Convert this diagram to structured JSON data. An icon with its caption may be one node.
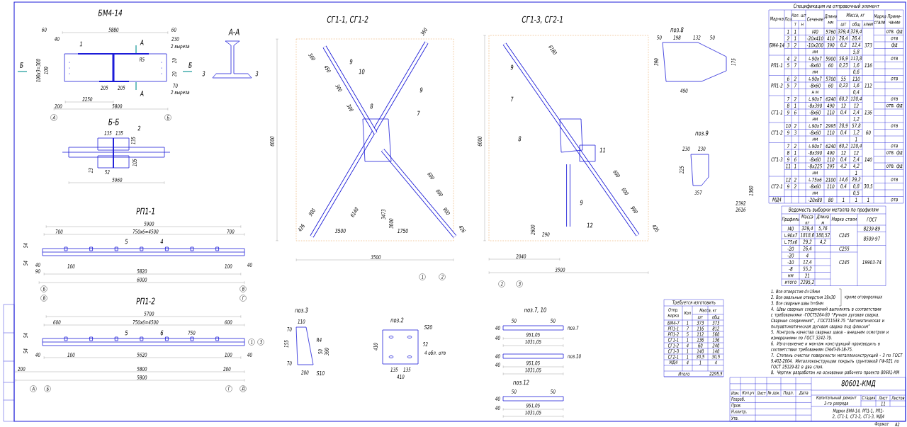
{
  "diagram": {
    "labels": [
      "БМ4-14",
      "60",
      "5880",
      "60",
      "40",
      "1",
      "А",
      "230",
      "2 выреза",
      "R5",
      "Б",
      "100х3=300",
      "100",
      "20",
      "20",
      "Б",
      "205",
      "205",
      "А",
      "70",
      "2 выреза",
      "2250",
      "200",
      "5800",
      "А",
      "Б",
      "А-А",
      "3",
      "3",
      "Б-Б",
      "2",
      "135",
      "135",
      "135",
      "23",
      "52",
      "105",
      "5960",
      "РП1-1",
      "5900",
      "700",
      "750х6=4500",
      "700",
      "54",
      "5",
      "4",
      "54",
      "40",
      "100",
      "100",
      "40",
      "90",
      "5820",
      "6000",
      "Б",
      "В",
      "В",
      "Г",
      "РП1-2",
      "5700",
      "600",
      "750х6=4500",
      "600",
      "54",
      "5",
      "6",
      "750",
      "54",
      "40",
      "100",
      "5620",
      "100",
      "40",
      "200",
      "5800",
      "200",
      "5800",
      "1",
      "3",
      "А",
      "Б",
      "Г",
      "Д",
      "СГ1-1, СГ1-2",
      "9",
      "10",
      "9",
      "8",
      "7",
      "6000",
      "6140",
      "3473",
      "3500",
      "3000",
      "1750",
      "3500",
      "450",
      "300",
      "300",
      "360",
      "360",
      "600",
      "600",
      "900",
      "426",
      "900",
      "426",
      "1",
      "2",
      "СГ1-3, СГ2-1",
      "9",
      "7",
      "8",
      "11",
      "9",
      "12",
      "6000",
      "6180",
      "2040",
      "3500",
      "2600",
      "600",
      "600",
      "900",
      "290",
      "426",
      "2",
      "3",
      "поз.8",
      "50",
      "198",
      "132",
      "50",
      "390",
      "175",
      "490",
      "поз.9",
      "230",
      "230",
      "225",
      "357",
      "2392",
      "2616",
      "1360",
      "поз.3",
      "110",
      "70",
      "155",
      "R4",
      "50",
      "390",
      "70",
      "200",
      "S10",
      "поз.2",
      "S20",
      "410",
      "52",
      "4 обл. отв",
      "135",
      "135",
      "410",
      "поз.7, 10",
      "50",
      "50",
      "40",
      "40",
      "951,05",
      "1031,05",
      "поз.7",
      "40",
      "поз.10",
      "40",
      "951,05",
      "1031,05",
      "поз.12",
      "50",
      "50",
      "40",
      "40",
      "951,05",
      "1031,05",
      "Требуется изготовить",
      "Отпр. марка",
      "Кол",
      "Масса, кг",
      "шт",
      "общ",
      "БМ4-7",
      "1",
      "373",
      "373",
      "РП1-1",
      "7",
      "116",
      "812",
      "РП1-2",
      "5",
      "112",
      "560",
      "СГ1-1",
      "1",
      "136",
      "136",
      "СГ1-2",
      "4",
      "60",
      "240",
      "СГ1-3",
      "1",
      "140",
      "140",
      "СГ2-1",
      "1",
      "30,5",
      "30,5",
      "МД4",
      "4",
      "1",
      "4",
      "Итого",
      "2295,5",
      "Ведомость выборки металла по профилям",
      "Профиль",
      "Масса кг",
      "Длина м",
      "Марка стали",
      "ГОСТ",
      "I40",
      "329,4",
      "5,76",
      "8239-89",
      "∟90х7",
      "1818,6",
      "188,52",
      "С245",
      "8509-97",
      "∟75х6",
      "29,2",
      "4,2",
      "-20",
      "26,4",
      "С255",
      "-20",
      "4",
      "-10",
      "12,4",
      "С245",
      "19903-74",
      "-8",
      "55,2",
      "нм",
      "21",
      "итого",
      "2295,2",
      "Спецификация на отправочный элемент",
      "Мар-ка",
      "Поз",
      "Кол. шт",
      "Сечение",
      "Длина мм",
      "Масса, кг",
      "Марка стали",
      "Приме-чание",
      "т",
      "н",
      "шт",
      "общ",
      "элем",
      "1",
      "1",
      "I40",
      "5760",
      "329,4",
      "329,4",
      "отв. фд",
      "2",
      "1",
      "-20х410",
      "410",
      "26,4",
      "26,4",
      "отв",
      "БМ4-14",
      "3",
      "2",
      "-10х200",
      "390",
      "6,2",
      "12,4",
      "373",
      "фд",
      "нм",
      "5,8",
      "4",
      "2",
      "∟90х7",
      "5900",
      "56,9",
      "113,8",
      "отв",
      "РП1-1",
      "5",
      "7",
      "-8х60",
      "60",
      "0,23",
      "1,6",
      "116",
      "нм",
      "0,6",
      "6",
      "2",
      "∟90х7",
      "5700",
      "55",
      "110",
      "отв",
      "РП1-2",
      "5",
      "7",
      "-8х60",
      "60",
      "0,23",
      "1,6",
      "112",
      "н м",
      "0,4",
      "7",
      "2",
      "∟90х7",
      "6240",
      "60,2",
      "120,4",
      "отв",
      "8",
      "1",
      "-8х390",
      "490",
      "12",
      "12",
      "отв. фд",
      "СГ1-1",
      "9",
      "6",
      "-8х60",
      "110",
      "0,4",
      "2,4",
      "136",
      "нм",
      "1,2",
      "10",
      "2",
      "∟90х7",
      "2995",
      "28,9",
      "57,8",
      "отв",
      "СГ1-2",
      "9",
      "3",
      "-8х60",
      "110",
      "0,4",
      "1,2",
      "60",
      "нм",
      "1",
      "7",
      "2",
      "∟90х7",
      "6240",
      "60,2",
      "120,4",
      "отв",
      "8",
      "1",
      "-8х390",
      "490",
      "12",
      "12",
      "отв. фд",
      "СГ1-3",
      "9",
      "6",
      "-8х60",
      "110",
      "0,4",
      "2,4",
      "140",
      "11",
      "1",
      "-8х225",
      "295",
      "4,2",
      "4,2",
      "отв. фд",
      "нм",
      "1",
      "12",
      "2",
      "∟75х6",
      "2100",
      "14,6",
      "29,2",
      "отв",
      "СГ2-1",
      "9",
      "2",
      "-8х60",
      "110",
      "0,4",
      "0,8",
      "30,5",
      "нм",
      "0,5",
      "МД4",
      "-20х80",
      "80",
      "1",
      "1",
      "1",
      "отв",
      "1. Все отверстия d=19мм",
      "2. Все овальные отверстия 19х30",
      "кроме оговоренных",
      "3. Все сварные швы h=6мм",
      "4. Швы сварных соединений выполнять в соответствии с требованиями -ГОСТ5264-80 \"Ручная дуговая сварка. Сварные соединения\", -ГОСТ11533-75 \"Автоматическая и полуавтоматическая дуговая сварка под флюсом\"",
      "5. Контроль качества сварных швов - внешним осмотром и измерениями по ГОСТ 3242-79.",
      "6. Изготовление и монтаж конструкций производить в соответствии требованиям СНиП-III-18-75.",
      "7. Степень очистки поверхности металлоконструкций - 3 по ГОСТ 9.402-2004. Металлоконструкции покрыть грунтовкой ГФ-021 по ГОСТ 25129-82 в два слоя.",
      "8. Чертеж разработан на основании рабочего проекта 80601-КМ",
      "80601-КМД",
      "Изм.",
      "Кол.уч",
      "Лист",
      "№ док.",
      "Подп.",
      "Дата",
      "Разраб.",
      "Пров.",
      "Н.контр.",
      "Утв.",
      "Капитальный ремонт 2-го разряда",
      "Стадия",
      "Лист",
      "Листов",
      "11",
      "Марки БМ4-14, РП1-1, РП1-2, СГ1-1, СГ1-2, СГ1-3, МД4",
      "Формат",
      "А2"
    ]
  }
}
